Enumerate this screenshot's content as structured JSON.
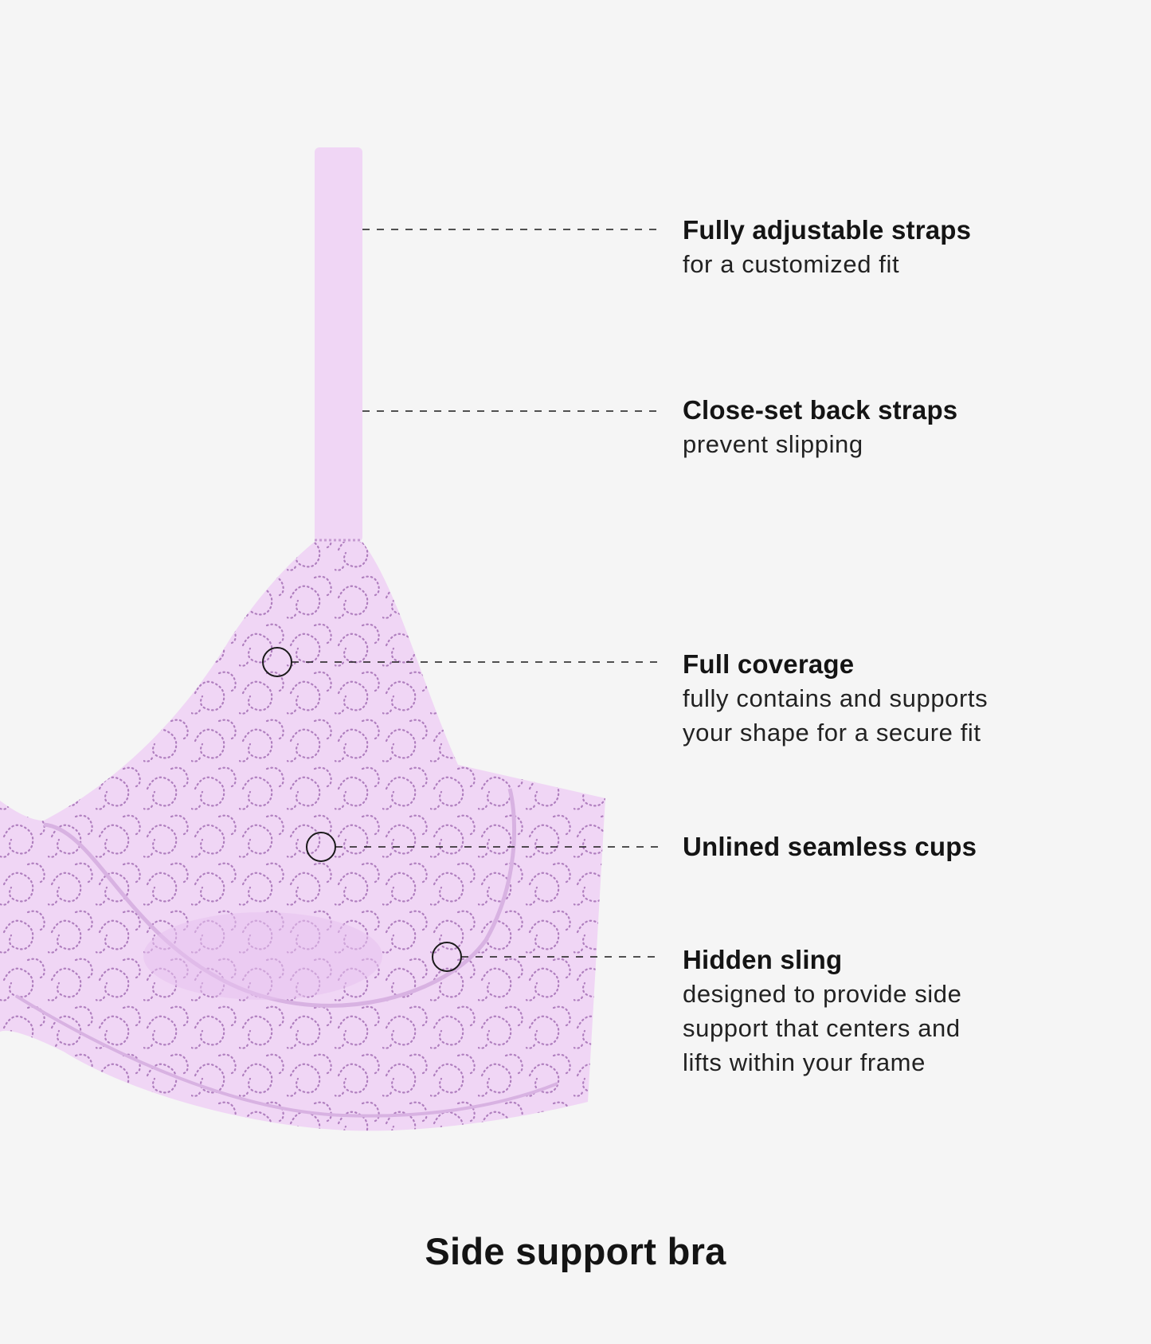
{
  "colors": {
    "background": "#f5f5f5",
    "fabric": "#f0d6f5",
    "fabric_shade": "#e7c3ef",
    "lace_dots": "#a36fb4",
    "callout_line": "#1a1a1a"
  },
  "features": [
    {
      "title": "Fully adjustable straps",
      "description": "for a customized fit"
    },
    {
      "title": "Close-set back straps",
      "description": "prevent slipping"
    },
    {
      "title": "Full coverage",
      "description": "fully contains and supports your shape for a secure fit"
    },
    {
      "title": "Unlined seamless cups",
      "description": ""
    },
    {
      "title": "Hidden sling",
      "description": "designed to provide side support that centers and lifts within your frame"
    }
  ],
  "product": {
    "title": "Side support bra"
  }
}
